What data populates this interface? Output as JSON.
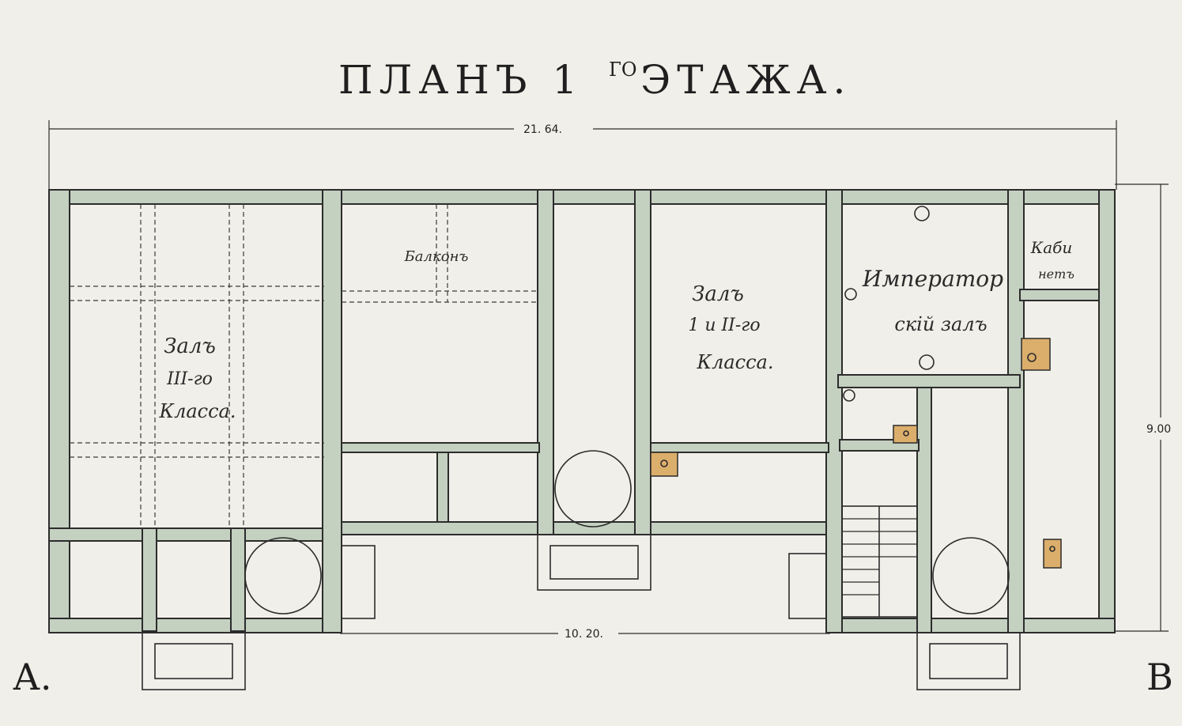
{
  "title": {
    "prefix": "ПЛАНЪ 1",
    "superscript": "ГО",
    "suffix": " ЭТАЖА."
  },
  "dimensions": {
    "overall_width": "21. 64.",
    "overall_depth": "9.00",
    "inner_span": "10. 20."
  },
  "rooms": {
    "hall_3": [
      "Залъ",
      "III-го",
      "Класса."
    ],
    "balcony": "Балконъ",
    "hall_1_2": [
      "Залъ",
      "1 и II-го",
      "Класса."
    ],
    "imperial_hall": [
      "Император",
      "скій залъ"
    ],
    "cabinet": [
      "Каби",
      "нетъ"
    ]
  },
  "section_labels": {
    "left": "А.",
    "right": "В"
  },
  "colors": {
    "paper": "#f1efe9",
    "wall_fill": "#c4d0c0",
    "stove_fill": "#dcae6b",
    "ink": "#2c2c2c"
  }
}
